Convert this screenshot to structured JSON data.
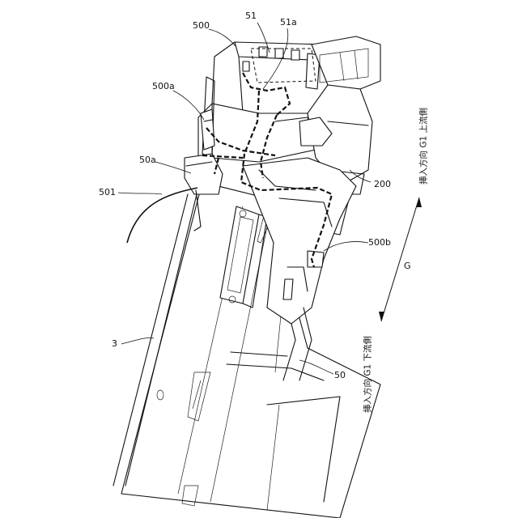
{
  "labels": {
    "l500": "500",
    "l51": "51",
    "l51a": "51a",
    "l500a": "500a",
    "l50a": "50a",
    "l501": "501",
    "l200": "200",
    "l500b": "500b",
    "l3": "3",
    "l50": "50",
    "lG": "G"
  },
  "directions": {
    "upstream": "挿入方向 G1 上流側",
    "downstream": "挿入方向 G1 下流側"
  }
}
